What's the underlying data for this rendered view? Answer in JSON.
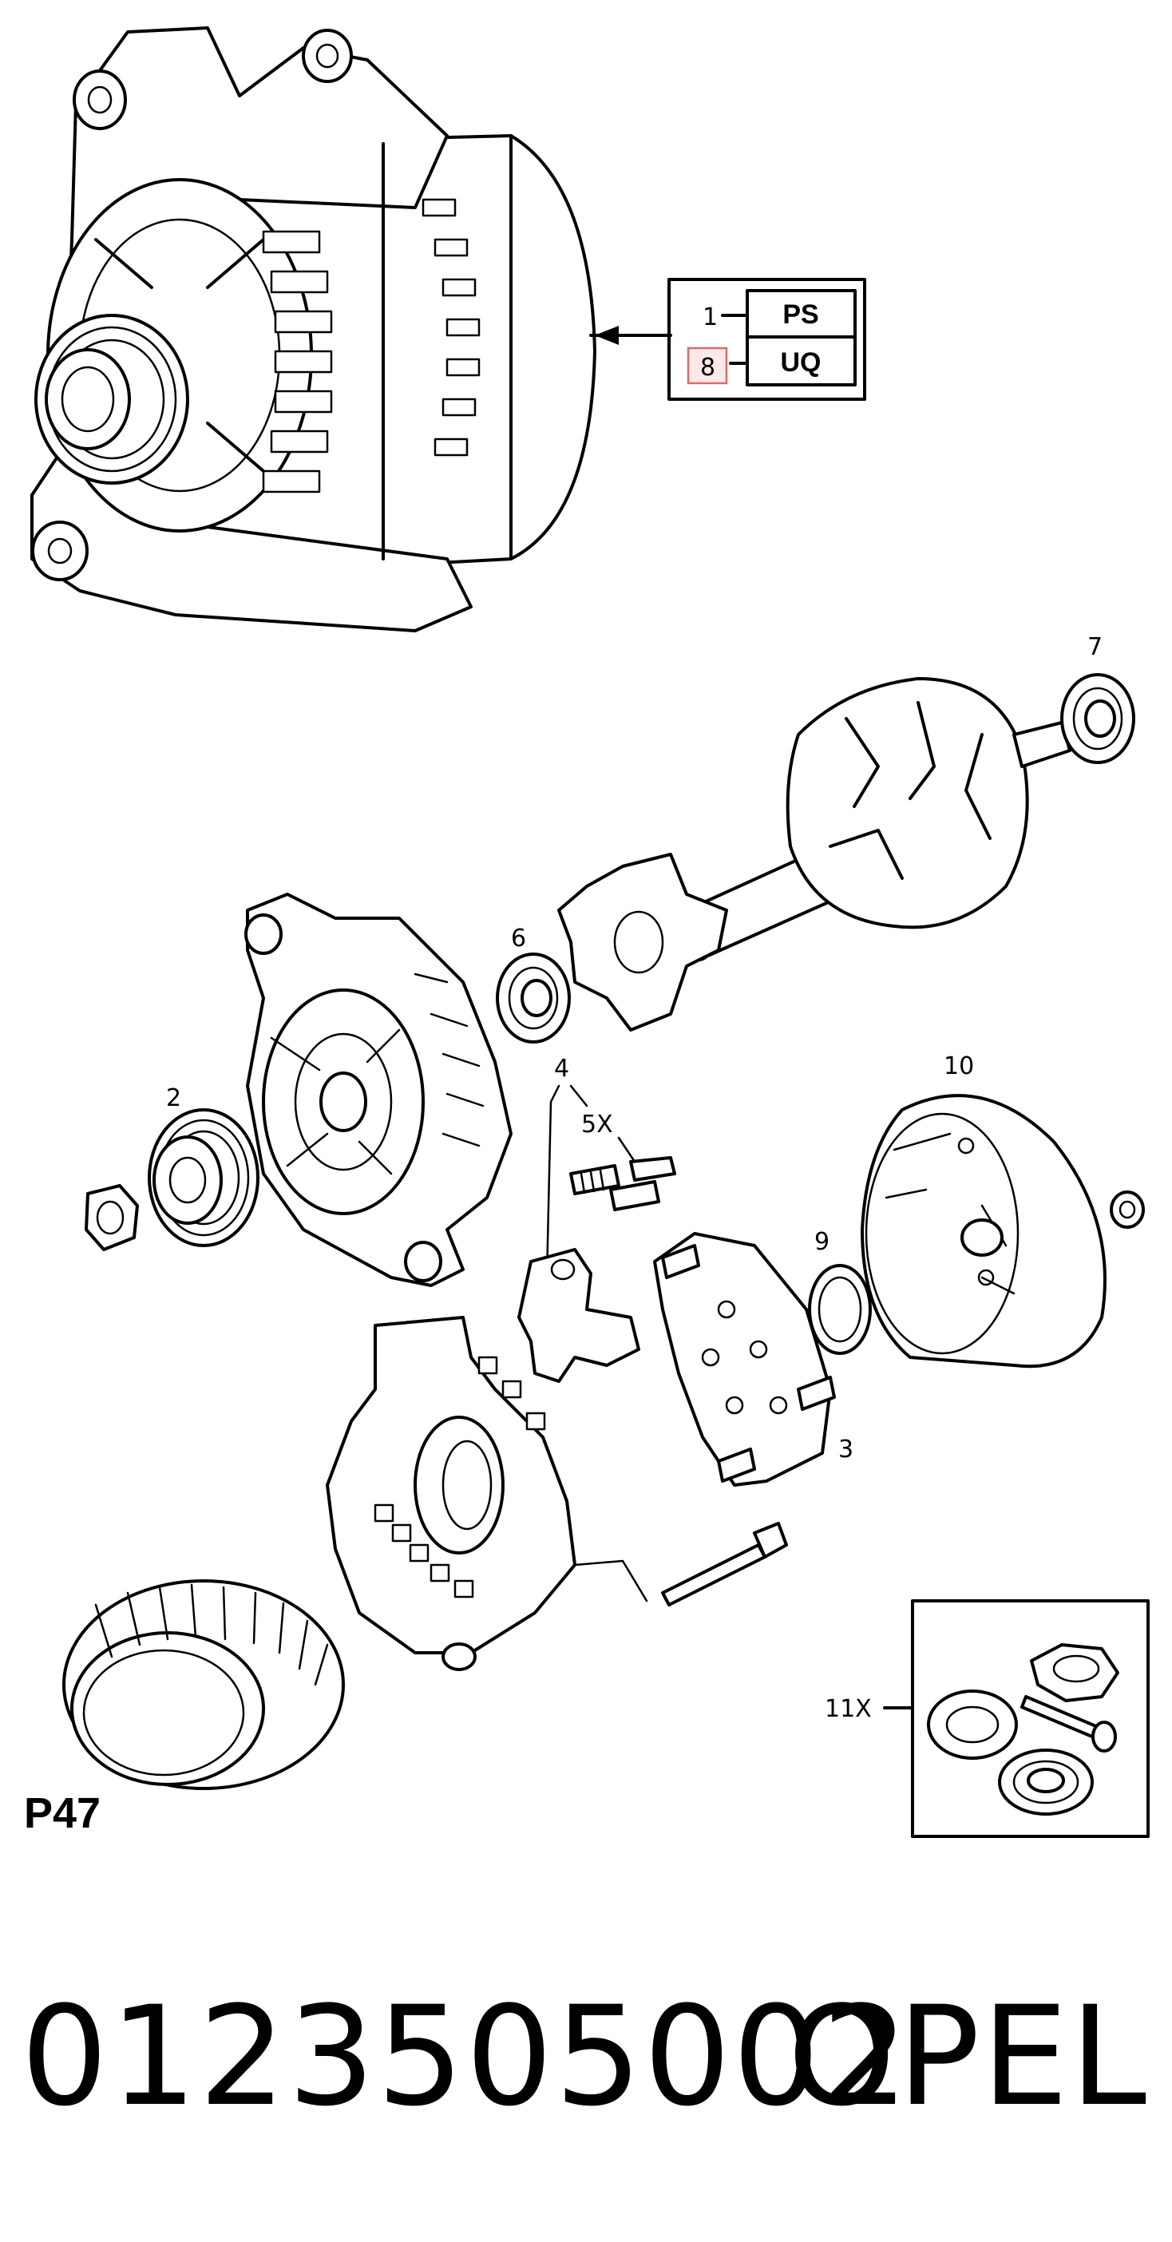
{
  "legend": {
    "rows": [
      {
        "callout": "1",
        "code": "PS"
      },
      {
        "callout": "8",
        "code": "UQ"
      }
    ]
  },
  "callouts": {
    "c2": "2",
    "c3": "3",
    "c4": "4",
    "c5": "5X",
    "c6": "6",
    "c7": "7",
    "c9": "9",
    "c10": "10",
    "c11": "11X"
  },
  "page_label": "P47",
  "part_number": "0123505002",
  "brand": "OPEL",
  "colors": {
    "highlight_fill": "#fde8e8",
    "highlight_stroke": "#d96b6b",
    "line": "#000000"
  }
}
